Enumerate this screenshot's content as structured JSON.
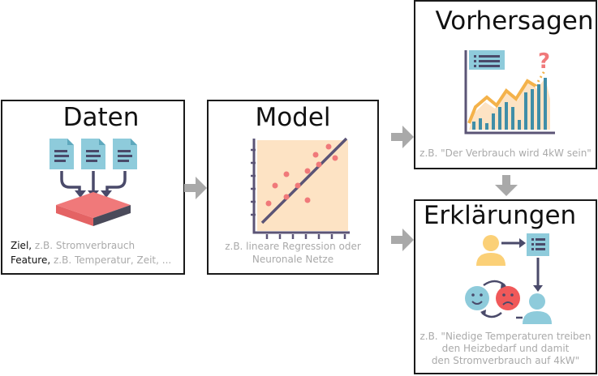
{
  "daten": {
    "title": "Daten",
    "target_label": "Ziel,",
    "target_example": "z.B. Stromverbrauch",
    "feature_label": "Feature,",
    "feature_example": "z.B. Temperatur, Zeit, ..."
  },
  "model": {
    "title": "Model",
    "caption_line1": "z.B. lineare Regression oder",
    "caption_line2": "Neuronale Netze"
  },
  "vorhersagen": {
    "title": "Vorhersagen",
    "caption": "z.B. \"Der Verbrauch wird 4kW sein\"",
    "question_mark": "?"
  },
  "erklaerungen": {
    "title": "Erklärungen",
    "caption_line1": "z.B. \"Niedige Temperaturen treiben",
    "caption_line2": "den Heizbedarf und damit",
    "caption_line3": "den Stromverbrauch auf 4kW\""
  },
  "colors": {
    "border": "#1a1a1a",
    "arrow": "#a9a9a9",
    "doc_blue": "#8ecbdb",
    "doc_dark": "#4a4a6a",
    "axis": "#5b5476",
    "chart_bg": "#fde3c4",
    "dot": "#f0797a",
    "bar": "#3f8ea8",
    "line": "#f4b24a",
    "platform_top": "#f0797a",
    "platform_side": "#4a4a5a",
    "person_yellow": "#fbd077",
    "face_blue": "#8ecbdb",
    "face_red": "#f0595a"
  },
  "icons": [
    "document-icon",
    "database-platform-icon",
    "scatter-regression-icon",
    "bar-line-chart-icon",
    "person-icon",
    "smiley-icon",
    "sad-face-icon",
    "report-icon"
  ]
}
